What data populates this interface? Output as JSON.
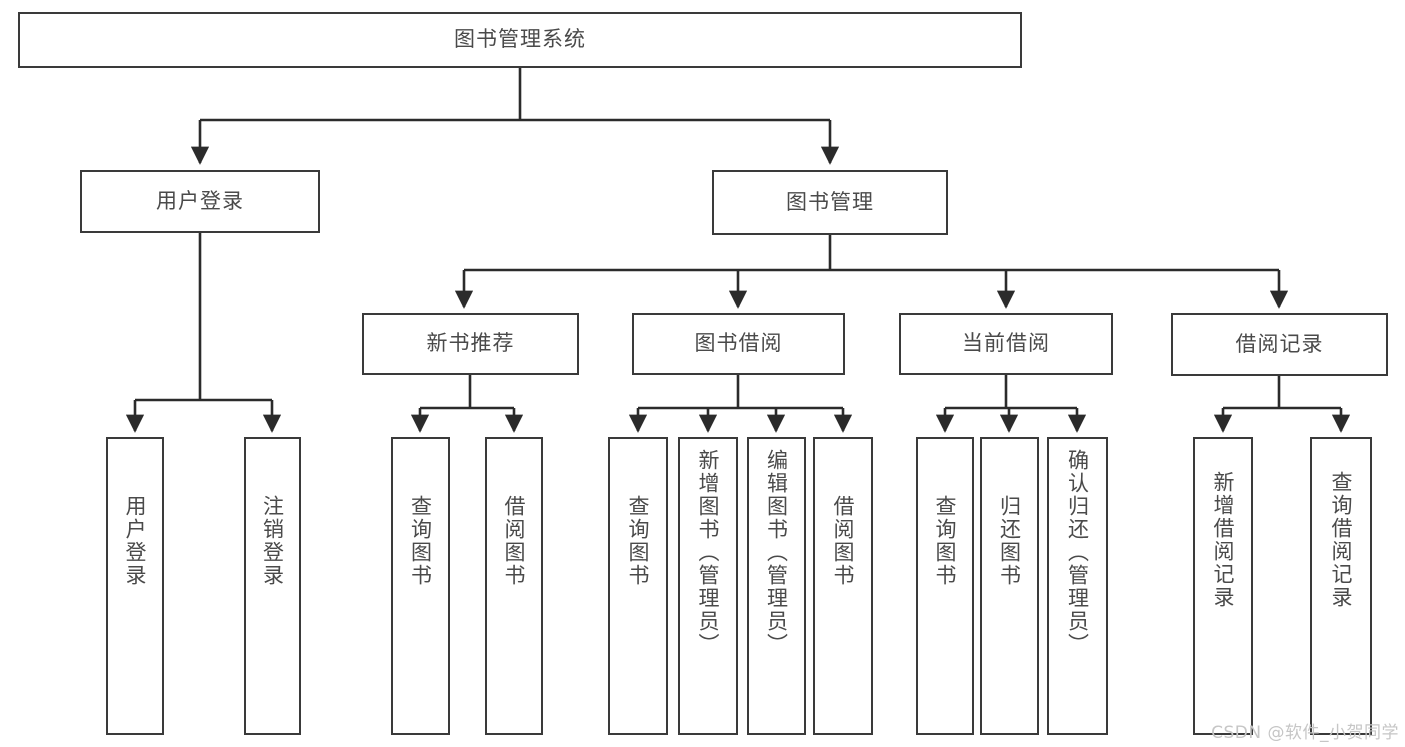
{
  "diagram": {
    "type": "tree",
    "title": "图书管理系统",
    "watermark": "CSDN @软件_小贺同学",
    "colors": {
      "box_border": "#3a3a3a",
      "box_fill": "#ffffff",
      "edge": "#2b2b2b",
      "text": "#4a4a4a",
      "watermark": "#c6c6c6"
    },
    "root": {
      "label": "图书管理系统"
    },
    "level2": [
      {
        "label": "用户登录"
      },
      {
        "label": "图书管理"
      }
    ],
    "level3": [
      {
        "label": "新书推荐"
      },
      {
        "label": "图书借阅"
      },
      {
        "label": "当前借阅"
      },
      {
        "label": "借阅记录"
      }
    ],
    "leaves": {
      "user_login": [
        {
          "label": "用户登录"
        },
        {
          "label": "注销登录"
        }
      ],
      "new_book": [
        {
          "label": "查询图书"
        },
        {
          "label": "借阅图书"
        }
      ],
      "book_borrow": [
        {
          "label": "查询图书"
        },
        {
          "label": "新增图书（管理员）"
        },
        {
          "label": "编辑图书（管理员）"
        },
        {
          "label": "借阅图书"
        }
      ],
      "current_borrow": [
        {
          "label": "查询图书"
        },
        {
          "label": "归还图书"
        },
        {
          "label": "确认归还（管理员）"
        }
      ],
      "borrow_record": [
        {
          "label": "新增借阅记录"
        },
        {
          "label": "查询借阅记录"
        }
      ]
    }
  }
}
